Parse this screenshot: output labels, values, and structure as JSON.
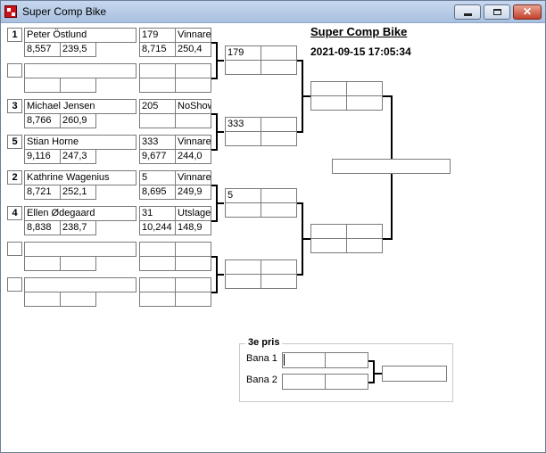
{
  "window": {
    "title": "Super Comp Bike",
    "min_symbol": "",
    "max_symbol": "",
    "close_symbol": "✕"
  },
  "heading": "Super Comp Bike",
  "datetime": "2021-09-15 17:05:34",
  "round1": [
    {
      "seed": "1",
      "name": "Peter Östlund",
      "rt": "8,557",
      "speed": "239,5",
      "time": "179",
      "result": "Vinnare",
      "et": "8,715",
      "mph": "250,4"
    },
    {
      "seed": "",
      "name": "",
      "rt": "",
      "speed": "",
      "time": "",
      "result": "",
      "et": "",
      "mph": ""
    },
    {
      "seed": "3",
      "name": "Michael Jensen",
      "rt": "8,766",
      "speed": "260,9",
      "time": "205",
      "result": "NoShow",
      "et": "",
      "mph": ""
    },
    {
      "seed": "5",
      "name": "Stian Horne",
      "rt": "9,116",
      "speed": "247,3",
      "time": "333",
      "result": "Vinnare",
      "et": "9,677",
      "mph": "244,0"
    },
    {
      "seed": "2",
      "name": "Kathrine Wagenius",
      "rt": "8,721",
      "speed": "252,1",
      "time": "5",
      "result": "Vinnare",
      "et": "8,695",
      "mph": "249,9"
    },
    {
      "seed": "4",
      "name": "Ellen Ødegaard",
      "rt": "8,838",
      "speed": "238,7",
      "time": "31",
      "result": "Utslagen",
      "et": "10,244",
      "mph": "148,9"
    },
    {
      "seed": "",
      "name": "",
      "rt": "",
      "speed": "",
      "time": "",
      "result": "",
      "et": "",
      "mph": ""
    },
    {
      "seed": "",
      "name": "",
      "rt": "",
      "speed": "",
      "time": "",
      "result": "",
      "et": "",
      "mph": ""
    }
  ],
  "quarter": [
    {
      "a": "179",
      "b": "",
      "c": "",
      "d": ""
    },
    {
      "a": "333",
      "b": "",
      "c": "",
      "d": ""
    },
    {
      "a": "5",
      "b": "",
      "c": "",
      "d": ""
    },
    {
      "a": "",
      "b": "",
      "c": "",
      "d": ""
    }
  ],
  "third_place": {
    "label": "3e pris",
    "lane1": "Bana 1",
    "lane2": "Bana 2"
  }
}
